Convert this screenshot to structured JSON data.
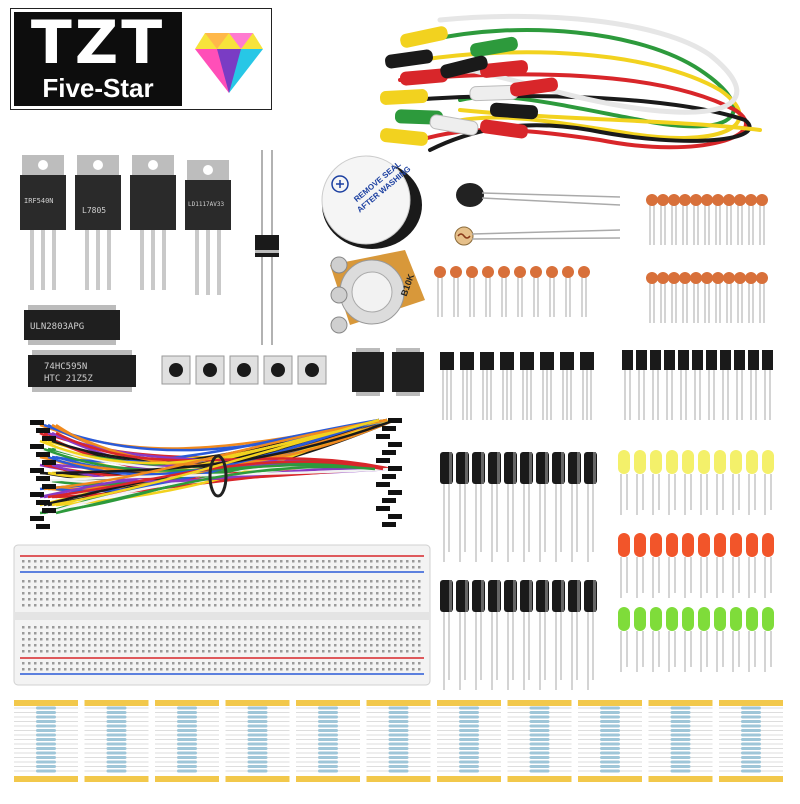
{
  "brand": {
    "name": "TZT",
    "tagline": "Five-Star",
    "logo_colors": [
      "#f7e33b",
      "#ff4fb8",
      "#27c7e6",
      "#7a3cc4"
    ]
  },
  "chip_labels": {
    "regulator_1": "IRF540N",
    "regulator_2": "L7805",
    "regulator_3": "LD1117AV33",
    "darlington": "ULN2803APG",
    "shift_register": "74HC595N",
    "shift_register_code": "HTC 21Z5Z"
  },
  "buzzer_label": "REMOVE SEAL AFTER WASHING",
  "potentiometer_label": "B10K",
  "colors": {
    "wire_red": "#d8262a",
    "wire_yellow": "#f2d21f",
    "wire_green": "#2d9a3c",
    "wire_black": "#1a1a1a",
    "wire_white": "#f2f2f2",
    "jumper_orange": "#f08a1e",
    "led_yellow": "#f4f06a",
    "led_red": "#f2552a",
    "led_green": "#7fdc3a",
    "ceramic_cap": "#d8703a",
    "resistor_body": "#9fc6d8",
    "resistor_tape": "#f2c84b"
  }
}
